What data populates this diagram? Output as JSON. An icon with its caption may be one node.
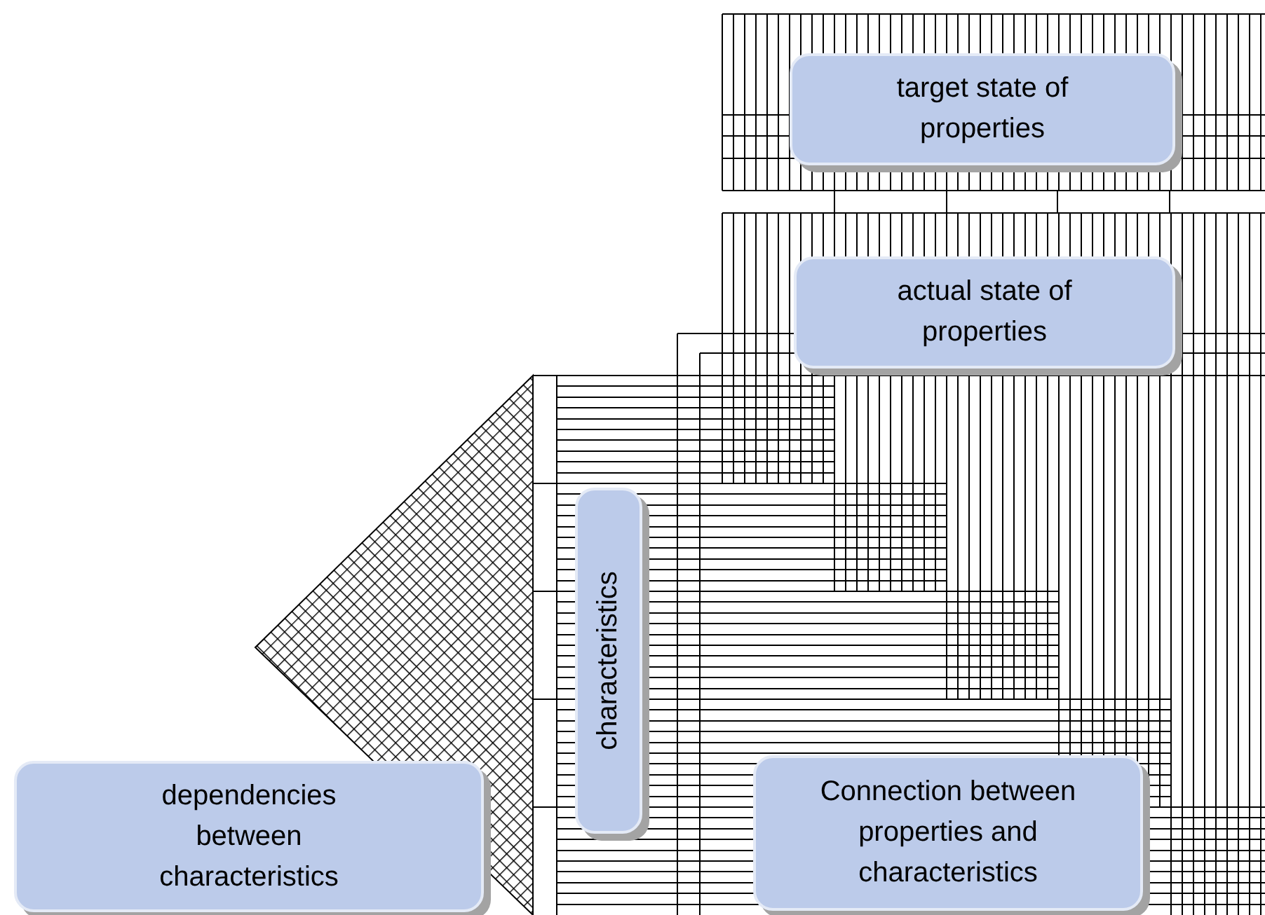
{
  "diagram": {
    "nodes": [
      {
        "text": [
          "target state of properties"
        ]
      },
      {
        "text": [
          "actual state of properties"
        ]
      },
      {
        "text": [
          "characteristics"
        ]
      },
      {
        "text": [
          "dependencies between characteristics"
        ]
      },
      {
        "text": [
          "Connection between properties and characteristics"
        ]
      }
    ]
  }
}
